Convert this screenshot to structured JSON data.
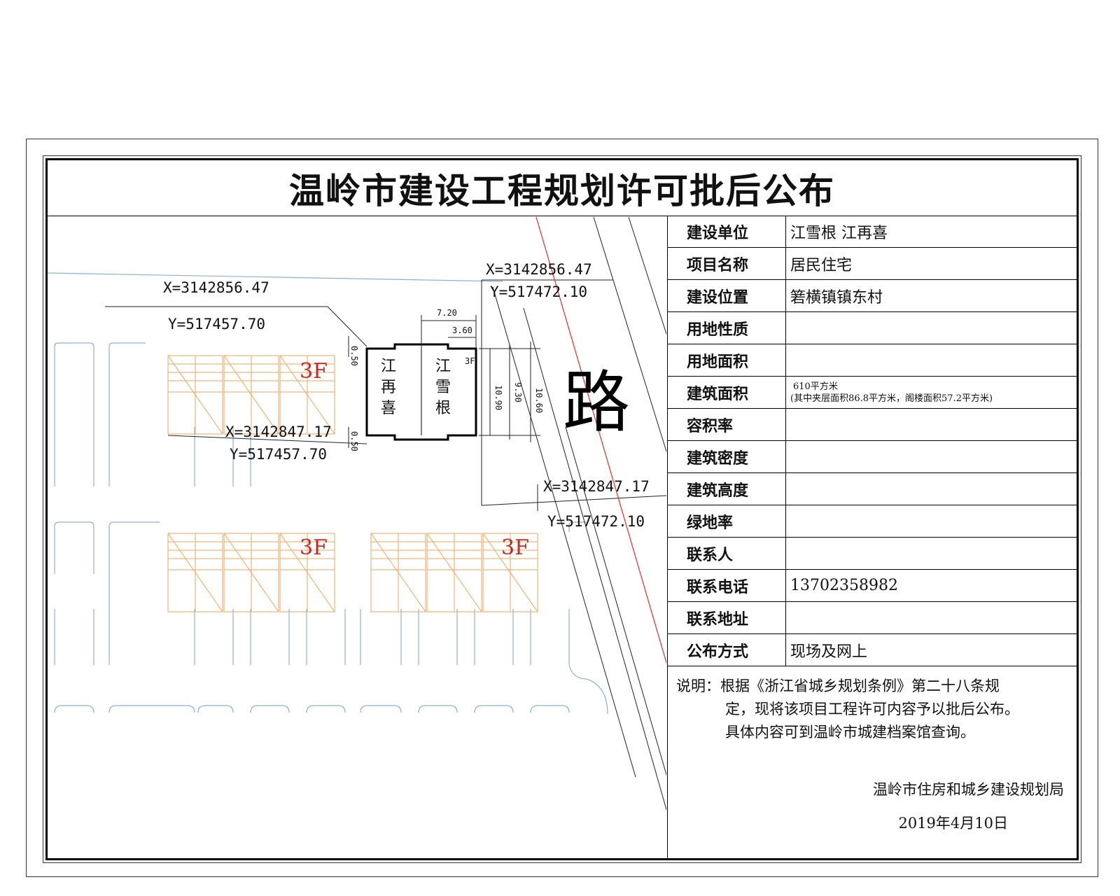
{
  "title": "温岭市建设工程规划许可批后公布",
  "table": [
    {
      "label": "建设单位",
      "value": "江雪根  江再喜"
    },
    {
      "label": "项目名称",
      "value": "居民住宅"
    },
    {
      "label": "建设位置",
      "value": " 箬横镇镇东村"
    },
    {
      "label": "用地性质",
      "value": ""
    },
    {
      "label": "用地面积",
      "value": ""
    },
    {
      "label": "建筑面积",
      "value": "610平方米",
      "value_sub": "(其中夹层面积86.8平方米，阁楼面积57.2平方米)"
    },
    {
      "label": "容积率",
      "value": ""
    },
    {
      "label": "建筑密度",
      "value": ""
    },
    {
      "label": "建筑高度",
      "value": ""
    },
    {
      "label": "绿地率",
      "value": ""
    },
    {
      "label": "联系人",
      "value": ""
    },
    {
      "label": "联系电话",
      "value": "13702358982"
    },
    {
      "label": "联系地址",
      "value": ""
    },
    {
      "label": "公布方式",
      "value": "现场及网上"
    }
  ],
  "note": {
    "line1": "说明：根据《浙江省城乡规划条例》第二十八条规",
    "line2": "定，现将该项目工程许可内容予以批后公布。",
    "line3": "具体内容可到温岭市城建档案馆查询。"
  },
  "issuer": "温岭市住房和城乡建设规划局",
  "date": "2019年4月10日",
  "plan": {
    "coords": {
      "nw_x": "X=3142856.47",
      "nw_y": "Y=517457.70",
      "ne_x": "X=3142856.47",
      "ne_y": "Y=517472.10",
      "sw_x": "X=3142847.17",
      "sw_y": "Y=517457.70",
      "se_x": "X=3142847.17",
      "se_y": "Y=517472.10"
    },
    "dims": {
      "width_total": "7.20",
      "width_part": "3.60",
      "d1": "10.90",
      "d2": "9.30",
      "d3": "10.60",
      "gap_top": "0.50",
      "gap_bottom": "0.50",
      "floors_small": "3F"
    },
    "owner_left": [
      "江",
      "再",
      "喜"
    ],
    "owner_right": [
      "江",
      "雪",
      "根"
    ],
    "floor_label": "3F",
    "road_label": "路",
    "colors": {
      "house_outline": "#f2a65a",
      "lot_outline": "#8fb0d6",
      "red_line": "#e53935",
      "floor_text": "#c62828"
    }
  }
}
